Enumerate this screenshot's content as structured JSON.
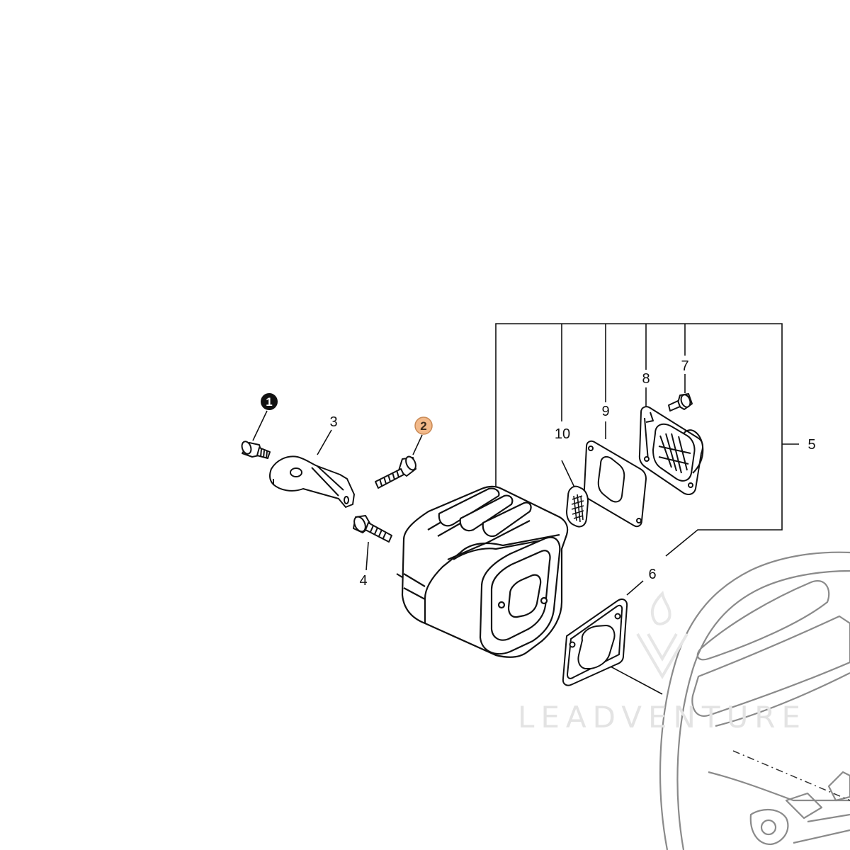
{
  "watermark": {
    "text": "LEADVENTURE"
  },
  "callouts": [
    {
      "id": "1",
      "label": "1",
      "style": "filled-dark"
    },
    {
      "id": "2",
      "label": "2",
      "style": "filled-highlight"
    },
    {
      "id": "3",
      "label": "3"
    },
    {
      "id": "4",
      "label": "4"
    },
    {
      "id": "5",
      "label": "5"
    },
    {
      "id": "6",
      "label": "6"
    },
    {
      "id": "7",
      "label": "7"
    },
    {
      "id": "8",
      "label": "8"
    },
    {
      "id": "9",
      "label": "9"
    },
    {
      "id": "10",
      "label": "10"
    }
  ],
  "colors": {
    "line": "#111111",
    "ghost_outline": "#8a8a8a",
    "badge_dark": "#111111",
    "badge_highlight": "#f2b98a",
    "badge_highlight_stroke": "#c98a56",
    "watermark": "#e3e3e3"
  }
}
